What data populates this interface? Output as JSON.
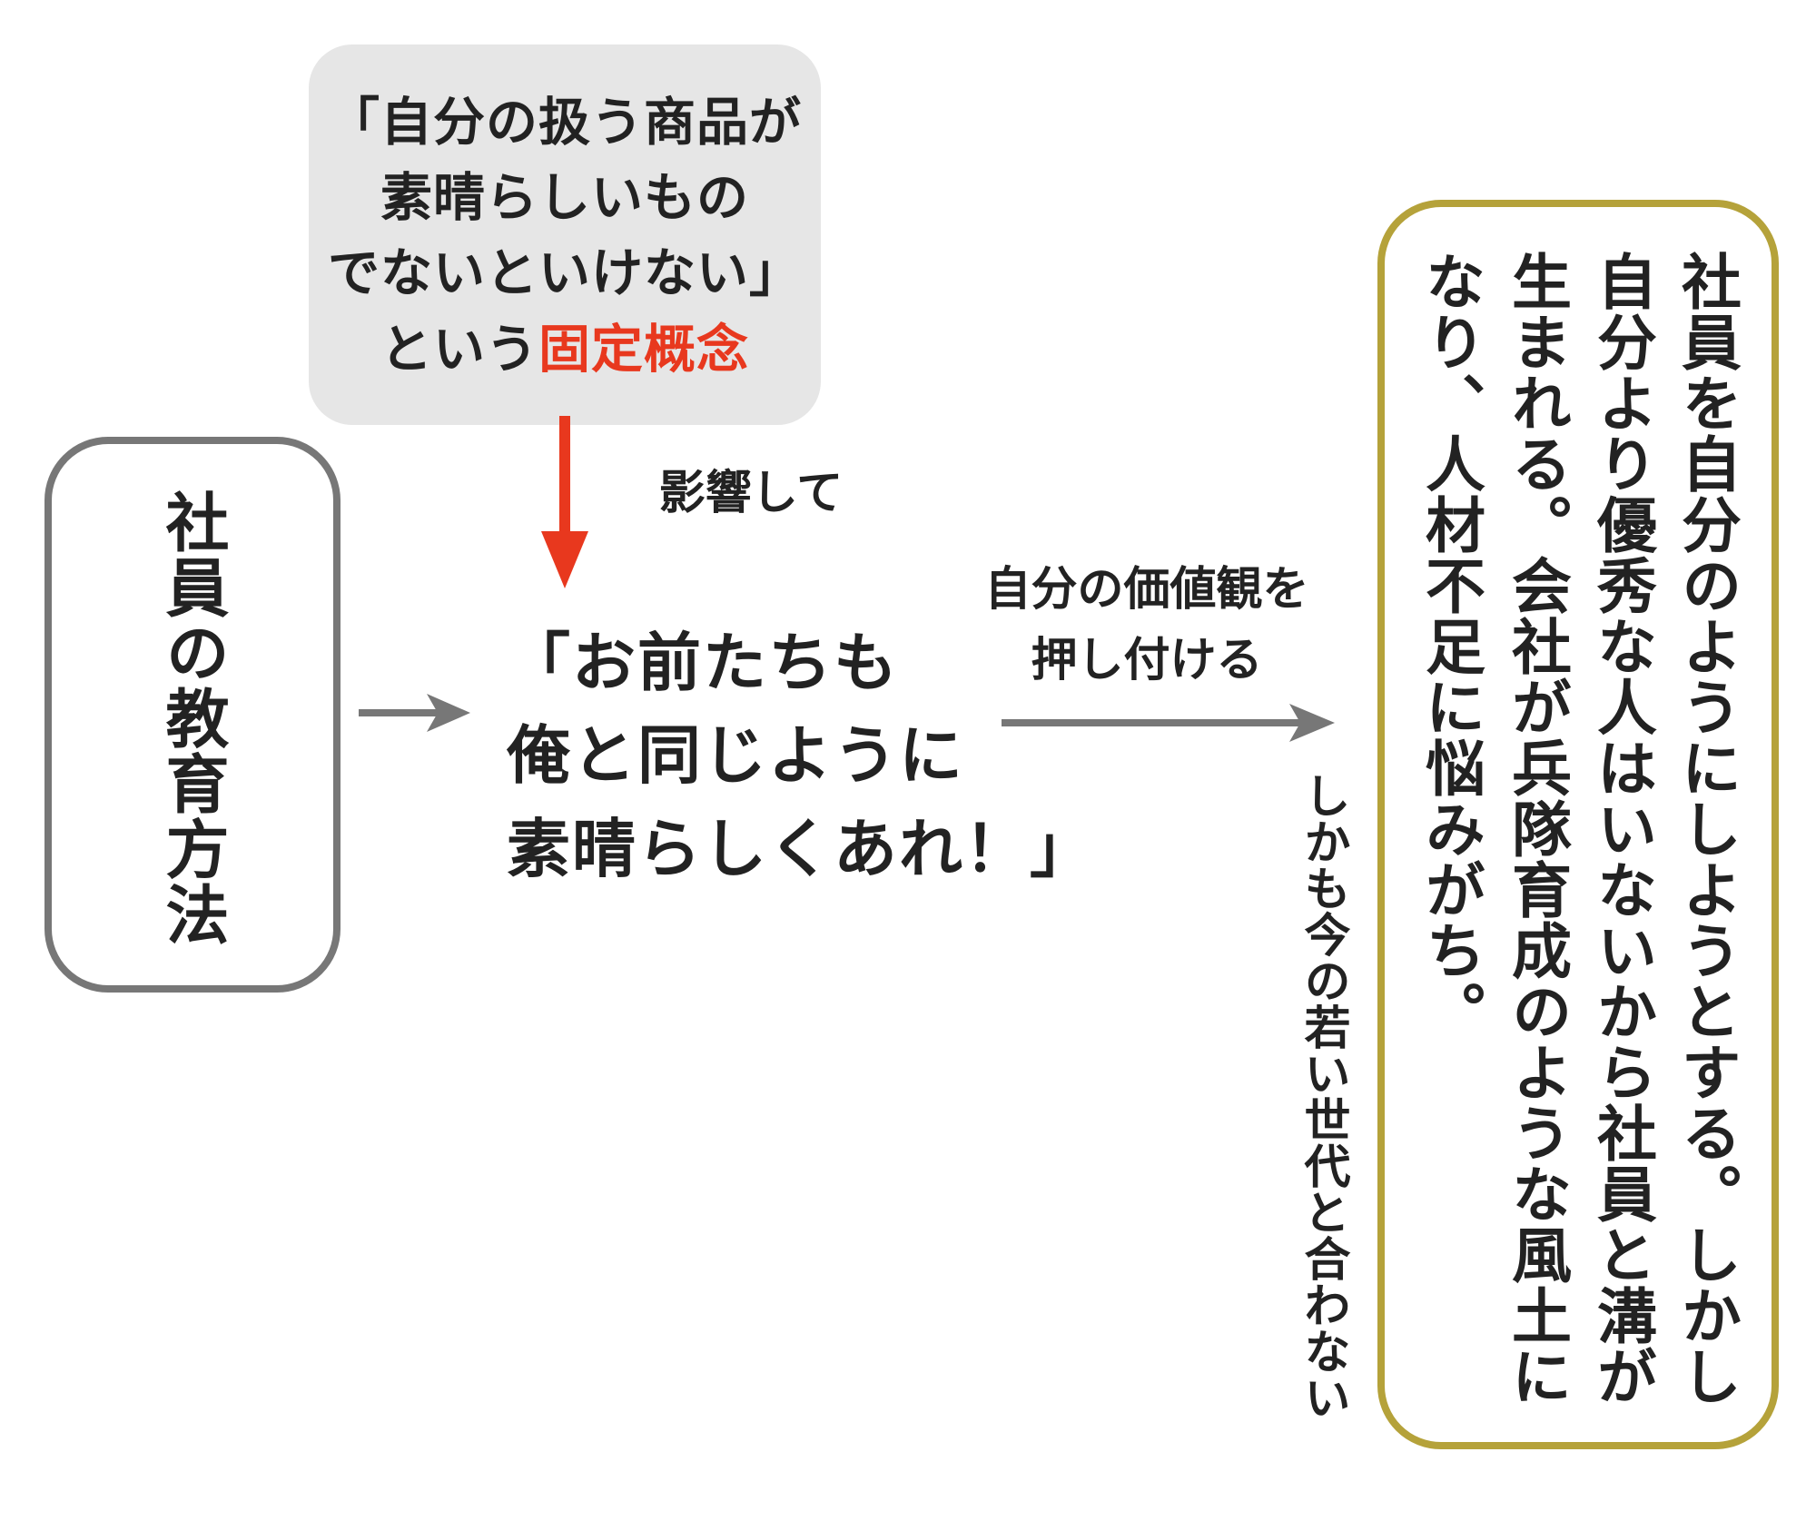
{
  "top_box": {
    "lines": [
      "「自分の扱う商品が",
      "素晴らしいもの",
      "でないといけない」"
    ],
    "last_line_prefix": "という",
    "last_line_highlight": "固定概念",
    "highlight_color": "#e8381e"
  },
  "influence_label": "影響して",
  "left_box": {
    "title": "社員の教育方法"
  },
  "quote": {
    "lines": [
      "「お前たちも",
      "俺と同じように",
      "素晴らしくあれ！」"
    ]
  },
  "push_label": {
    "lines": [
      "自分の価値観を",
      "押し付ける"
    ]
  },
  "vertical_note": "しかも今の若い世代と合わない",
  "right_box": {
    "columns": [
      "社員を自分のようにしようとする。しかし",
      "自分より優秀な人はいないから社員と溝が",
      "生まれる。会社が兵隊育成のような風土に",
      "なり、人材不足に悩みがち。"
    ],
    "border_color": "#b5a23a"
  },
  "colors": {
    "arrow_grey": "#777777",
    "arrow_red": "#e8381e"
  }
}
